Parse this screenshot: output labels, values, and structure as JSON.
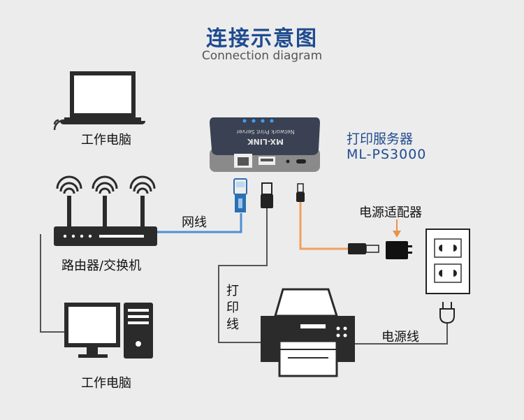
{
  "header": {
    "title": "连接示意图",
    "subtitle": "Connection diagram"
  },
  "labels": {
    "laptop": "工作电脑",
    "router": "路由器/交换机",
    "desktop": "工作电脑",
    "network_cable": "网线",
    "print_line": [
      "打",
      "印",
      "线"
    ],
    "power_adapter": "电源适配器",
    "power_cord": "电源线"
  },
  "device": {
    "name": "打印服务器",
    "model": "ML-PS3000",
    "brand": "MX-LINK",
    "tagline": "Network Print Server"
  },
  "colors": {
    "title": "#1f4b8f",
    "network_cable": "#4a8fd6",
    "usb_cable": "#555555",
    "power_cable": "#f0a060",
    "adapter_arrow": "#e8924a",
    "leds": "#3aa0ff"
  }
}
